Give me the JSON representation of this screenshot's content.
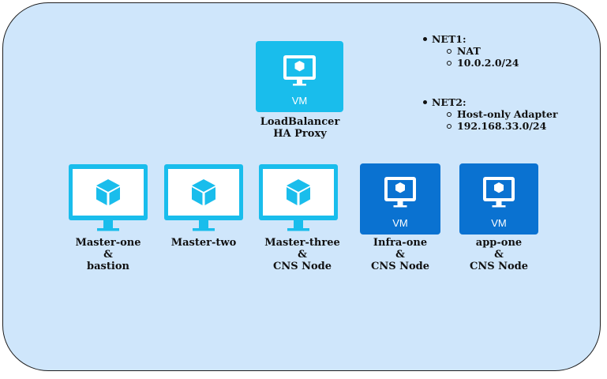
{
  "colors": {
    "light": "#19bdec",
    "dark": "#0a72d1",
    "background": "#cfe6fb"
  },
  "loadbalancer": {
    "vm_text": "VM",
    "label": "LoadBalancer\nHA Proxy"
  },
  "masters": [
    {
      "label": "Master-one\n&\nbastion"
    },
    {
      "label": "Master-two"
    },
    {
      "label": "Master-three\n&\nCNS Node"
    }
  ],
  "vms": [
    {
      "vm_text": "VM",
      "label": "Infra-one\n&\nCNS Node"
    },
    {
      "vm_text": "VM",
      "label": "app-one\n&\nCNS Node"
    }
  ],
  "networks": [
    {
      "name": "NET1:",
      "items": [
        "NAT",
        "10.0.2.0/24"
      ]
    },
    {
      "name": "NET2:",
      "items": [
        "Host-only Adapter",
        "192.168.33.0/24"
      ]
    }
  ]
}
